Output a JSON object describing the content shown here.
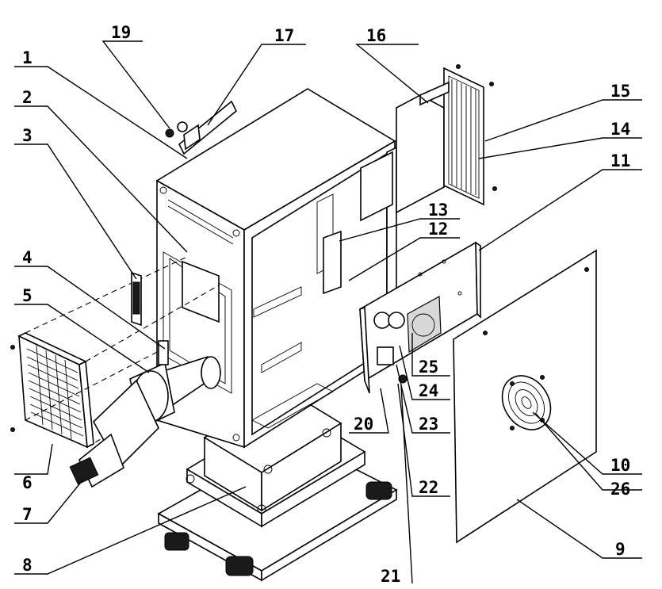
{
  "callouts": [
    "1",
    "2",
    "3",
    "4",
    "5",
    "6",
    "7",
    "8",
    "9",
    "10",
    "11",
    "12",
    "13",
    "14",
    "15",
    "16",
    "17",
    "19",
    "20",
    "21",
    "22",
    "23",
    "24",
    "25",
    "26"
  ],
  "icons": {
    "cabinet": "cabinet-frame-icon",
    "fan": "fan-grille-icon",
    "filter": "filter-grille-icon",
    "base": "wheeled-base-icon"
  }
}
